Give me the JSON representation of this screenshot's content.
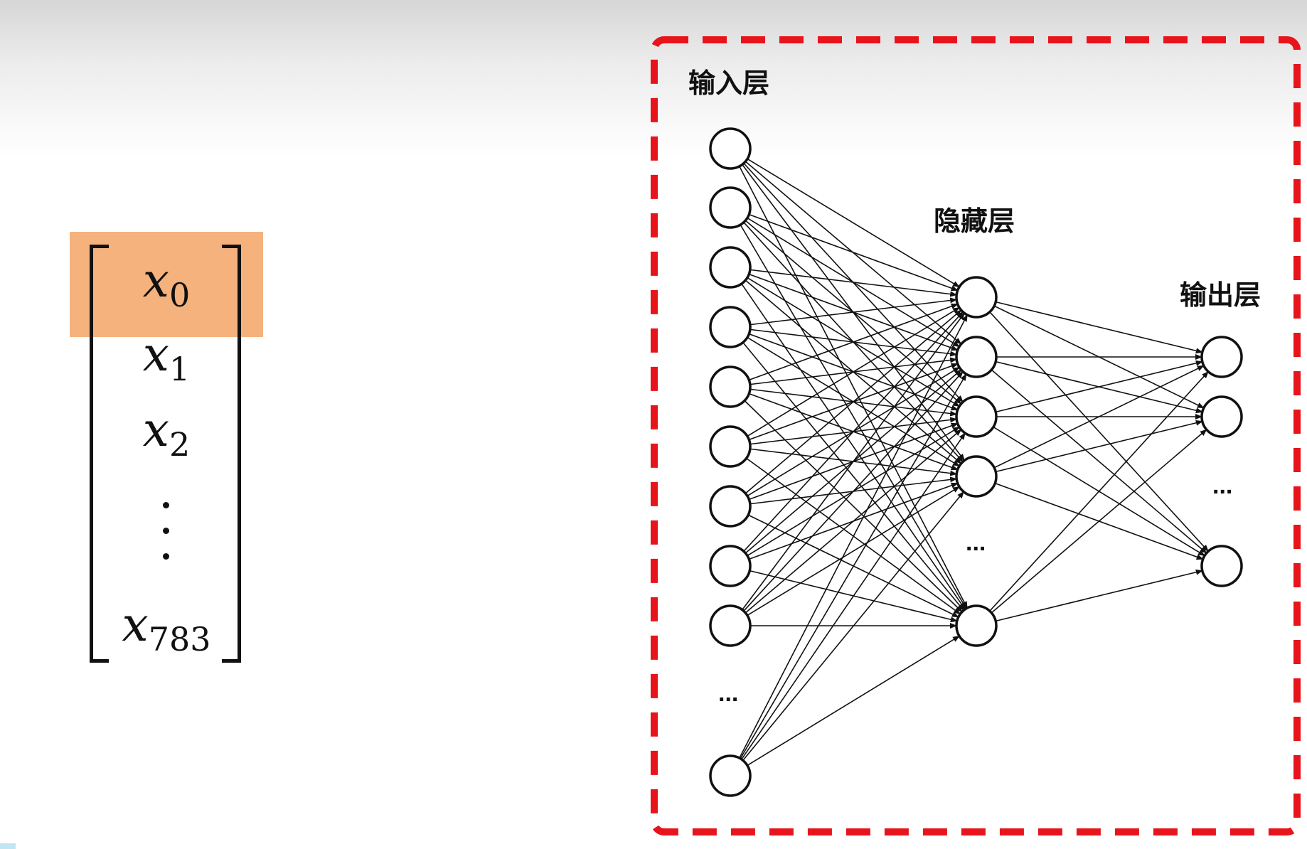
{
  "vector": {
    "entries": [
      {
        "var": "x",
        "sub": "0"
      },
      {
        "var": "x",
        "sub": "1"
      },
      {
        "var": "x",
        "sub": "2"
      },
      {
        "var": "x",
        "sub": "783"
      }
    ],
    "highlight_color": "#f6b27d"
  },
  "network": {
    "labels": {
      "input": "输入层",
      "hidden": "隐藏层",
      "output": "输出层"
    },
    "ellipsis": "...",
    "frame_color": "#e8141c",
    "input_nodes": 10,
    "hidden_nodes": 5,
    "output_nodes": 3
  }
}
